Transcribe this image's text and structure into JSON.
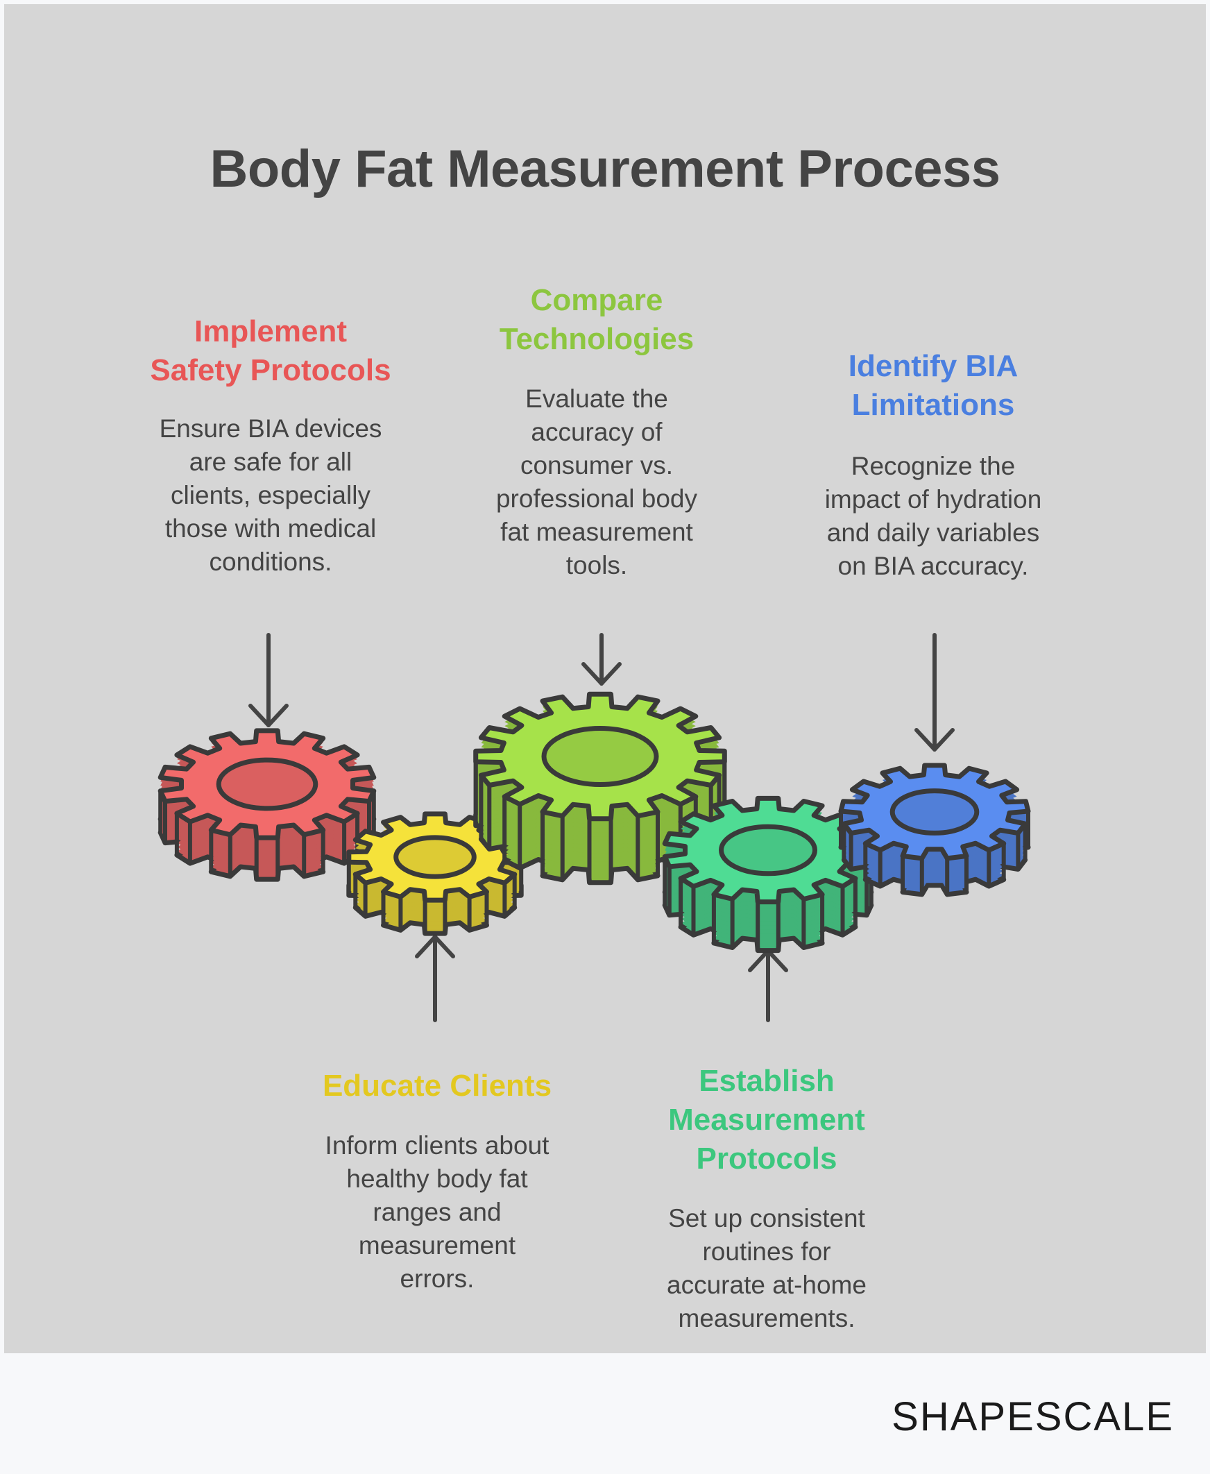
{
  "title": "Body Fat Measurement Process",
  "steps": {
    "implement": {
      "heading": [
        "Implement",
        "Safety Protocols"
      ],
      "description": [
        "Ensure BIA devices",
        "are safe for all",
        "clients, especially",
        "those with medical",
        "conditions."
      ],
      "color": "#e85656"
    },
    "compare": {
      "heading": [
        "Compare",
        "Technologies"
      ],
      "description": [
        "Evaluate the",
        "accuracy of",
        "consumer vs.",
        "professional body",
        "fat measurement",
        "tools."
      ],
      "color": "#8cc63f"
    },
    "identify": {
      "heading": [
        "Identify BIA",
        "Limitations"
      ],
      "description": [
        "Recognize the",
        "impact of hydration",
        "and daily variables",
        "on BIA accuracy."
      ],
      "color": "#4a7fe0"
    },
    "educate": {
      "heading": [
        "Educate Clients"
      ],
      "description": [
        "Inform clients about",
        "healthy body fat",
        "ranges and",
        "measurement",
        "errors."
      ],
      "color": "#e3c820"
    },
    "establish": {
      "heading": [
        "Establish",
        "Measurement",
        "Protocols"
      ],
      "description": [
        "Set up consistent",
        "routines for",
        "accurate at-home",
        "measurements."
      ],
      "color": "#3cc77e"
    }
  },
  "gear_colors": {
    "red": "#f26b6b",
    "yellow": "#f5e23a",
    "lime": "#a6e24a",
    "green": "#4fdc94",
    "blue": "#5a8df0",
    "outline": "#3a3a3a"
  },
  "brand": "SHAPESCALE"
}
